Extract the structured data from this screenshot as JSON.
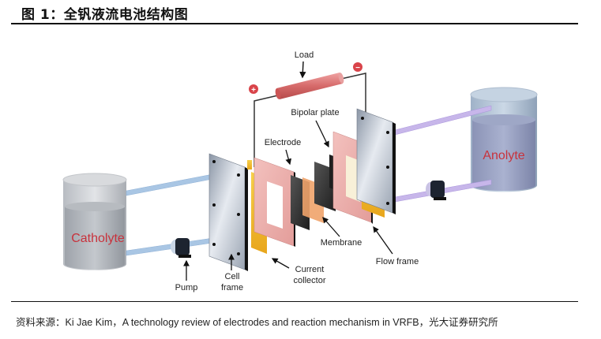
{
  "figure": {
    "title": "图 1：全钒液流电池结构图",
    "source": "资料来源：Ki Jae Kim，A technology review of electrodes and reaction mechanism in VRFB，光大证券研究所"
  },
  "diagram": {
    "labels": {
      "load": "Load",
      "plus": "+",
      "minus": "−",
      "bipolar_plate": "Bipolar plate",
      "electrode": "Electrode",
      "membrane": "Membrane",
      "flow_frame": "Flow frame",
      "current_collector_1": "Current",
      "current_collector_2": "collector",
      "cell_frame_1": "Cell",
      "cell_frame_2": "frame",
      "pump": "Pump",
      "catholyte": "Catholyte",
      "anolyte": "Anolyte"
    },
    "colors": {
      "terminal_red": "#d9444a",
      "tank_label": "#c8323c",
      "catholyte_pipe": "#a9c6e4",
      "anolyte_pipe": "#b9a6e0",
      "current_collector": "#f2c23a",
      "flow_frame": "#e8a9a6",
      "membrane": "#f0a36a",
      "electrode": "#3a3a3a"
    }
  }
}
